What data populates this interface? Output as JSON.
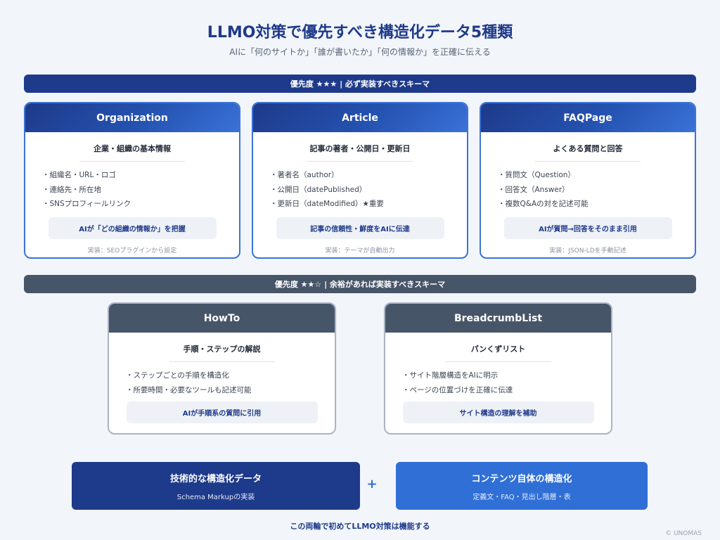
{
  "header": {
    "title": "LLMO対策で優先すべき構造化データ5種類",
    "subtitle": "AIに「何のサイトか」「誰が書いたか」「何の情報か」を正確に伝える"
  },
  "priority_high": {
    "label": "優先度 ★★★ | 必ず実装すべきスキーマ",
    "cards": [
      {
        "name": "Organization",
        "subtitle": "企業・組織の基本情報",
        "items": [
          "組織名・URL・ロゴ",
          "連絡先・所在地",
          "SNSプロフィールリンク"
        ],
        "note": "AIが「どの組織の情報か」を把握",
        "impl": "実装：SEOプラグインから設定"
      },
      {
        "name": "Article",
        "subtitle": "記事の著者・公開日・更新日",
        "items": [
          "著者名（author）",
          "公開日（datePublished）",
          "更新日（dateModified）★重要"
        ],
        "note": "記事の信頼性・鮮度をAIに伝達",
        "impl": "実装：テーマが自動出力"
      },
      {
        "name": "FAQPage",
        "subtitle": "よくある質問と回答",
        "items": [
          "質問文（Question）",
          "回答文（Answer）",
          "複数Q&Aの対を記述可能"
        ],
        "note": "AIが質問→回答をそのまま引用",
        "impl": "実装：JSON-LDを手動記述"
      }
    ]
  },
  "priority_mid": {
    "label": "優先度 ★★☆ | 余裕があれば実装すべきスキーマ",
    "cards": [
      {
        "name": "HowTo",
        "subtitle": "手順・ステップの解説",
        "items": [
          "ステップごとの手順を構造化",
          "所要時間・必要なツールも記述可能"
        ],
        "note": "AIが手順系の質問に引用"
      },
      {
        "name": "BreadcrumbList",
        "subtitle": "パンくずリスト",
        "items": [
          "サイト階層構造をAIに明示",
          "ページの位置づけを正確に伝達"
        ],
        "note": "サイト構造の理解を補助"
      }
    ]
  },
  "bottom": {
    "left": {
      "title": "技術的な構造化データ",
      "sub": "Schema Markupの実装"
    },
    "plus": "+",
    "right": {
      "title": "コンテンツ自体の構造化",
      "sub": "定義文・FAQ・見出し階層・表"
    },
    "tagline": "この両輪で初めてLLMO対策は機能する"
  },
  "copyright": "© UNOMAS",
  "colors": {
    "primary": "#1e3a8a",
    "accent": "#2f6fd6",
    "slate": "#475569",
    "background": "#f2f5fa"
  }
}
